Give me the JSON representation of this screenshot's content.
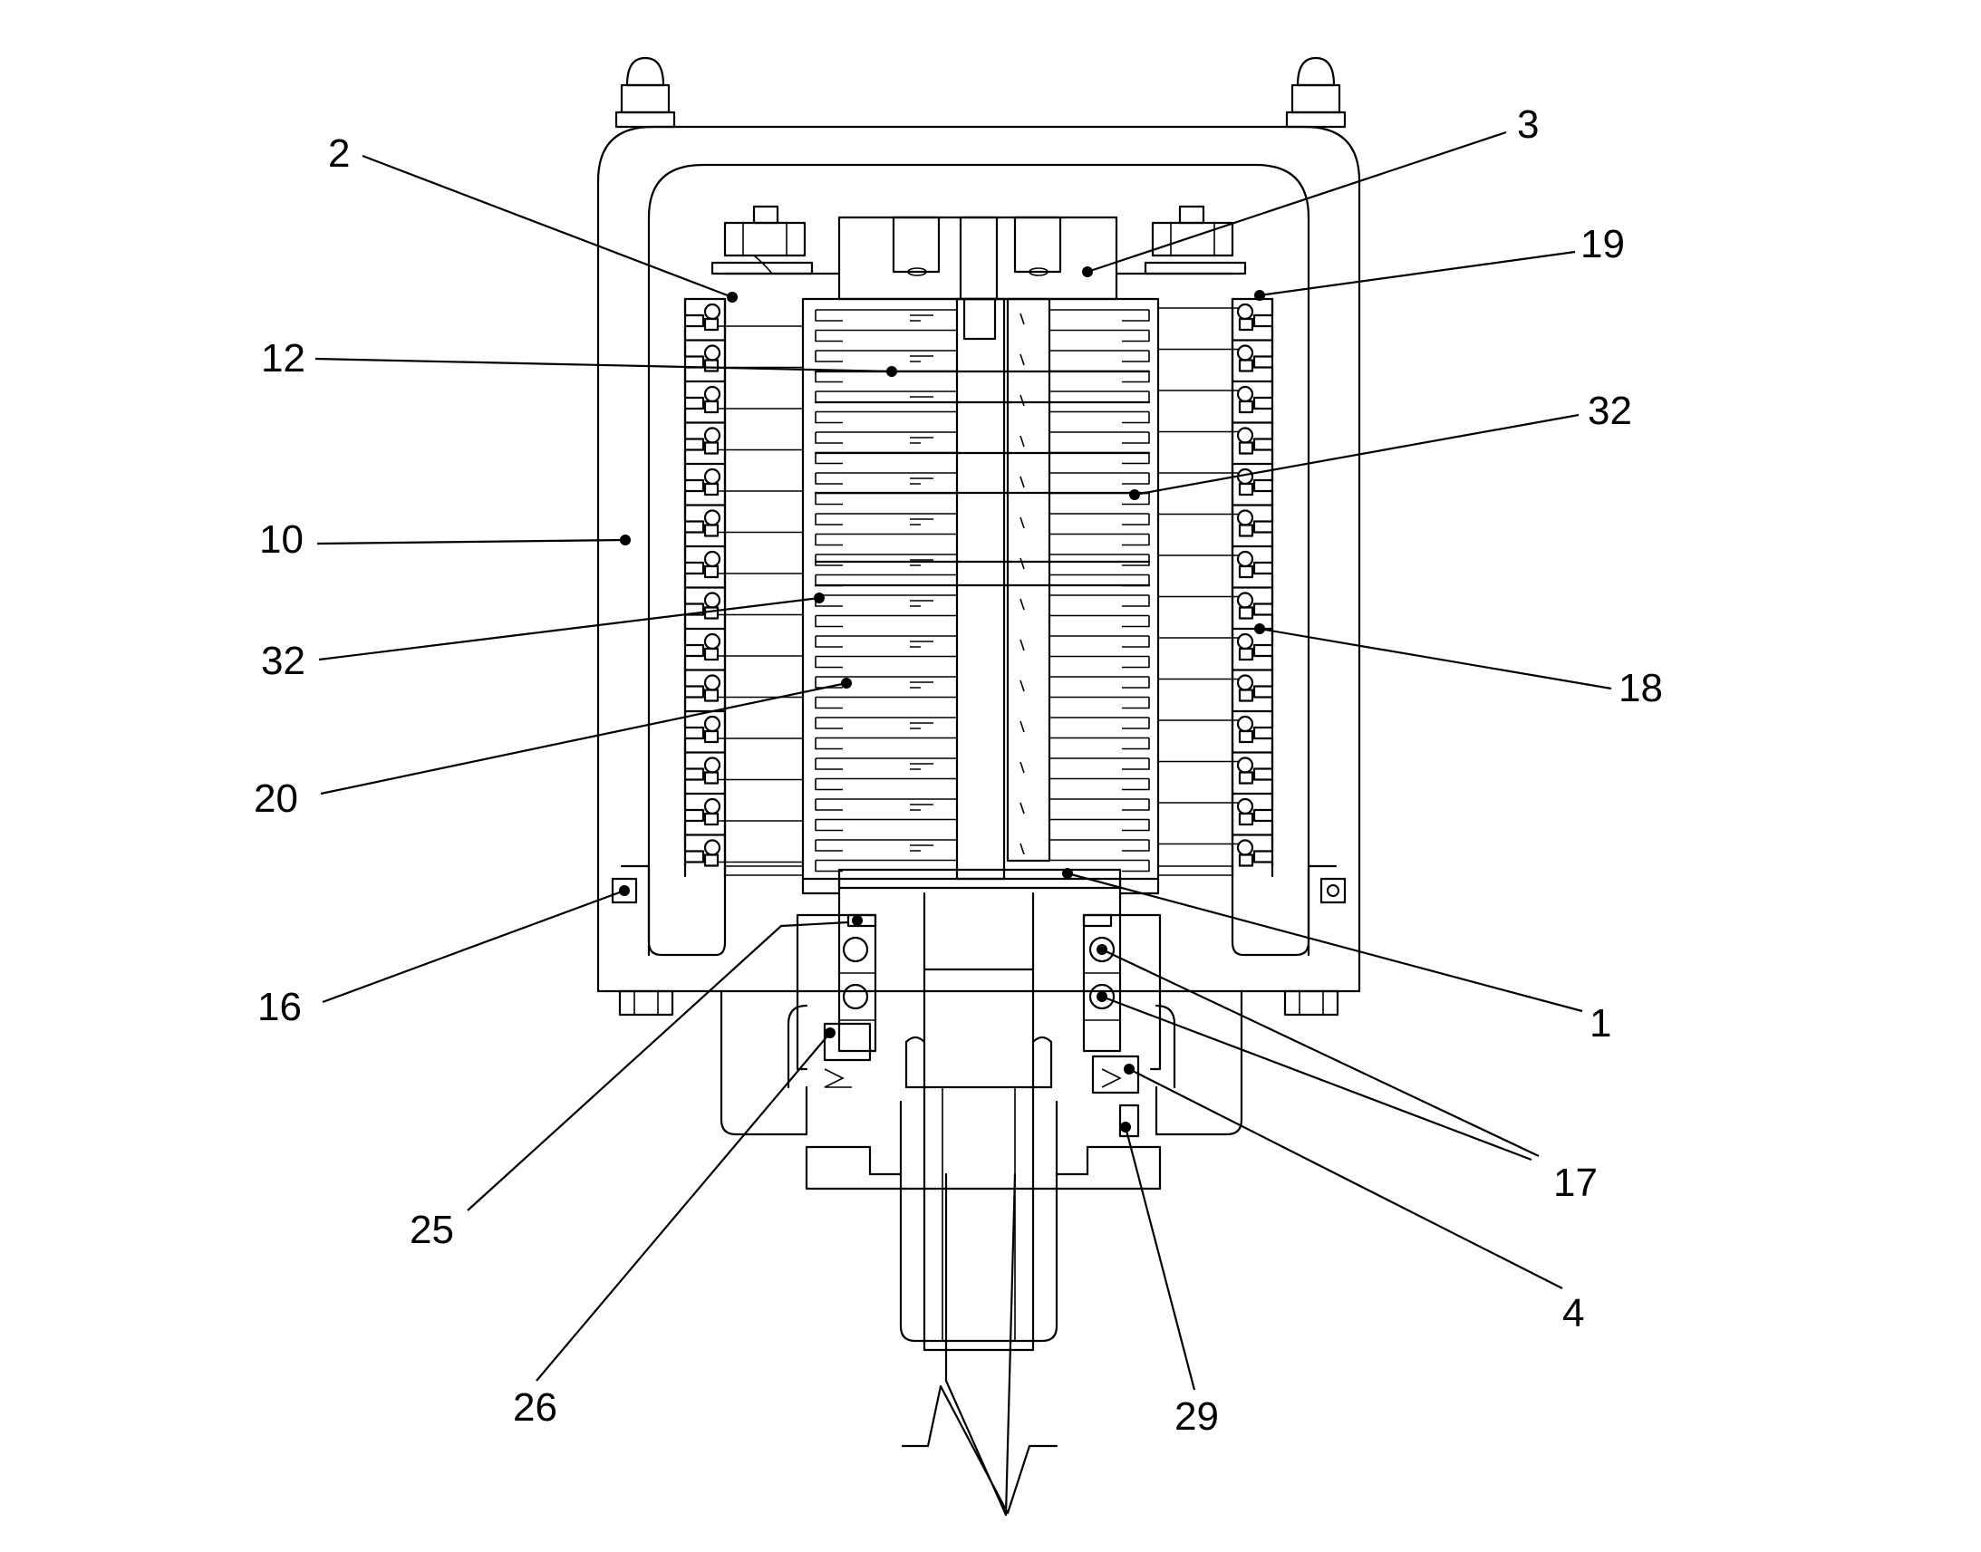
{
  "figure": {
    "labels": [
      {
        "id": "lbl-2",
        "text": "2"
      },
      {
        "id": "lbl-3",
        "text": "3"
      },
      {
        "id": "lbl-19",
        "text": "19"
      },
      {
        "id": "lbl-12",
        "text": "12"
      },
      {
        "id": "lbl-32a",
        "text": "32"
      },
      {
        "id": "lbl-10",
        "text": "10"
      },
      {
        "id": "lbl-32b",
        "text": "32"
      },
      {
        "id": "lbl-18",
        "text": "18"
      },
      {
        "id": "lbl-20",
        "text": "20"
      },
      {
        "id": "lbl-16",
        "text": "16"
      },
      {
        "id": "lbl-1",
        "text": "1"
      },
      {
        "id": "lbl-25",
        "text": "25"
      },
      {
        "id": "lbl-17",
        "text": "17"
      },
      {
        "id": "lbl-4",
        "text": "4"
      },
      {
        "id": "lbl-26",
        "text": "26"
      },
      {
        "id": "lbl-29",
        "text": "29"
      }
    ]
  }
}
